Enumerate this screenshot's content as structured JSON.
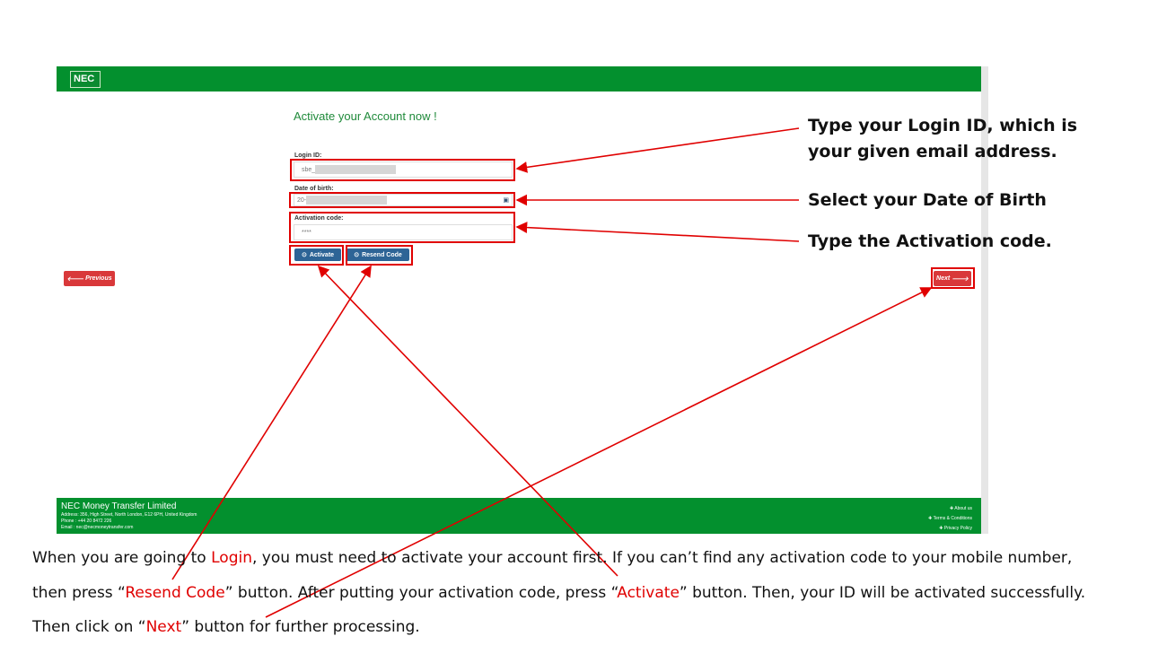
{
  "app": {
    "logo": "NEC",
    "title": "Activate your Account now !",
    "login_label": "Login ID:",
    "login_value": "sbe_",
    "dob_label": "Date of birth:",
    "dob_value": "20-",
    "code_label": "Activation code:",
    "code_value": "****",
    "activate": "Activate",
    "resend": "Resend Code",
    "previous": "Previous",
    "next": "Next",
    "footer": {
      "company": "NEC Money Transfer Limited",
      "address": "Address: 356, High Street, North London, E12 6PH, United Kingdom",
      "phone": "Phone    : +44 20 8472 226",
      "email": "Email    : nec@necmoneytransfer.com",
      "links": [
        "About us",
        "Terms & Conditions",
        "Privacy Policy"
      ]
    }
  },
  "annotations": {
    "login": "Type your Login ID, which is your given email address.",
    "dob": "Select your Date of Birth",
    "code": "Type the Activation code."
  },
  "caption": {
    "p1": "When you are going to ",
    "login": "Login",
    "p2": ", you must need to activate your account first. If you can’t find any activation code to your mobile number, then press “",
    "resend": "Resend Code",
    "p3": "” button. After putting your activation code, press “",
    "activate": "Activate",
    "p4": "” button. Then, your ID will be activated successfully. Then click on “",
    "next": "Next",
    "p5": "” button for further processing."
  },
  "colors": {
    "green": "#03902e",
    "red": "#e00000",
    "blue": "#2d6496"
  }
}
